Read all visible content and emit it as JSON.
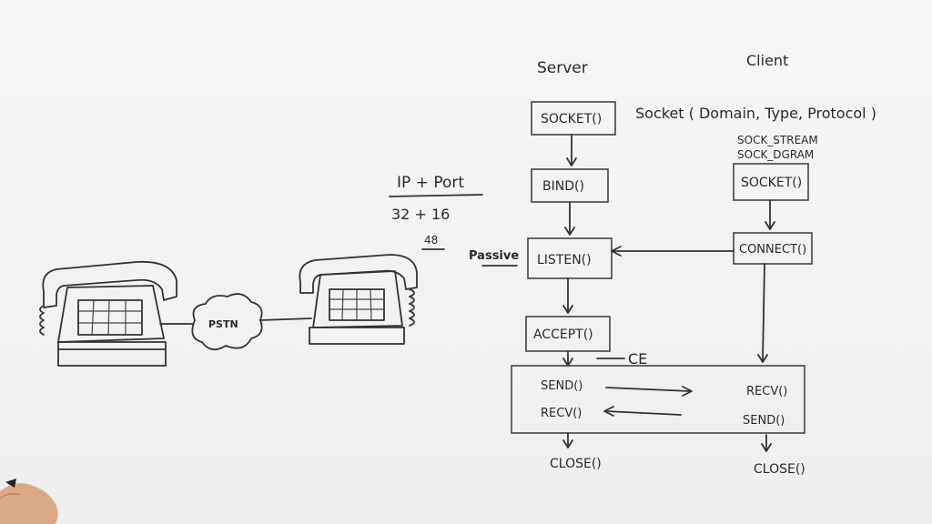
{
  "labels": {
    "server": "Server",
    "client": "Client",
    "socket_signature": "Socket ( Domain, Type, Protocol )",
    "sock_stream": "SOCK_STREAM",
    "sock_dgram": "SOCK_DGRAM",
    "ip_port": "IP + Port",
    "bits": "32 + 16",
    "total": "48",
    "passive": "Passive",
    "ce": "CE",
    "pstn": "PSTN"
  },
  "server": {
    "socket": "SOCKET()",
    "bind": "BIND()",
    "listen": "LISTEN()",
    "accept": "ACCEPT()",
    "send": "SEND()",
    "recv": "RECV()",
    "close": "CLOSE()"
  },
  "client": {
    "socket": "SOCKET()",
    "connect": "CONNECT()",
    "recv": "RECV()",
    "send": "SEND()",
    "close": "CLOSE()"
  }
}
